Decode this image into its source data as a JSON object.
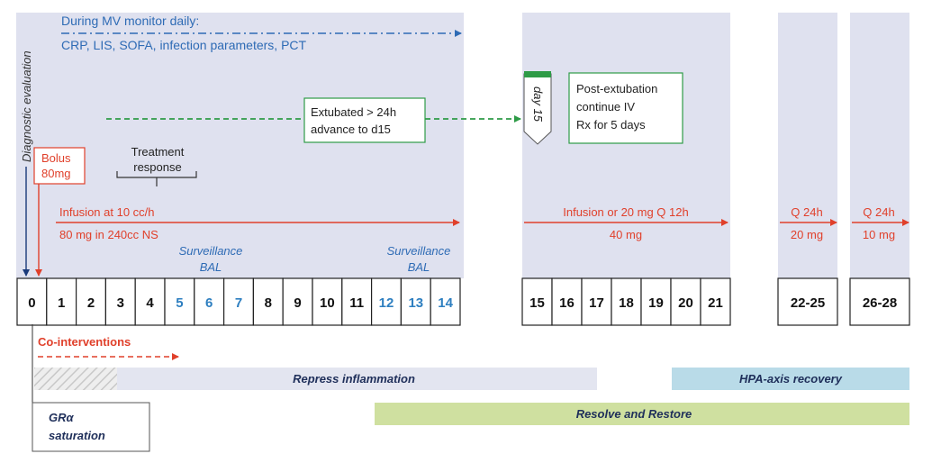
{
  "monitor": {
    "title": "During MV monitor daily:",
    "params": "CRP, LIS, SOFA, infection parameters, PCT"
  },
  "diagnostic_label": "Diagnostic evaluation",
  "bolus": {
    "line1": "Bolus",
    "line2": "80mg"
  },
  "treatment_response": {
    "line1": "Treatment",
    "line2": "response"
  },
  "infusion_phase1": {
    "line1": "Infusion at 10 cc/h",
    "line2": "80 mg in 240cc NS"
  },
  "surveillance_1": {
    "line1": "Surveillance",
    "line2": "BAL"
  },
  "surveillance_2": {
    "line1": "Surveillance",
    "line2": "BAL"
  },
  "extubated": {
    "line1": "Extubated > 24h",
    "line2": "advance to d15"
  },
  "day15_tag": "day 15",
  "post_extubation": {
    "line1": "Post-extubation",
    "line2": "continue IV",
    "line3": "Rx for 5 days"
  },
  "infusion_phase2": {
    "line1": "Infusion or 20 mg Q 12h",
    "line2": "40 mg"
  },
  "q24_phase3": {
    "line1": "Q 24h",
    "line2": "20 mg"
  },
  "q24_phase4": {
    "line1": "Q 24h",
    "line2": "10 mg"
  },
  "days_group1": [
    "0",
    "1",
    "2",
    "3",
    "4",
    "5",
    "6",
    "7",
    "8",
    "9",
    "10",
    "11",
    "12",
    "13",
    "14"
  ],
  "days_group2": [
    "15",
    "16",
    "17",
    "18",
    "19",
    "20",
    "21"
  ],
  "days_group3": [
    "22-25"
  ],
  "days_group4": [
    "26-28"
  ],
  "highlight_days": [
    "5",
    "6",
    "7",
    "12",
    "13",
    "14"
  ],
  "co_interventions": "Co-interventions",
  "bars": {
    "repress": "Repress inflammation",
    "hpa": "HPA-axis recovery",
    "resolve": "Resolve and Restore",
    "gra_line1": "GRα",
    "gra_line2": "saturation"
  },
  "colors": {
    "panel": "#dfe1ef",
    "blue": "#2e6bb5",
    "red": "#e0402b",
    "green": "#2e9b47",
    "dark_navy": "#1a3a7a",
    "hpa_bar": "#b9dbe8",
    "resolve_bar": "#cfe0a0",
    "repress_bar": "#e3e5f0"
  }
}
